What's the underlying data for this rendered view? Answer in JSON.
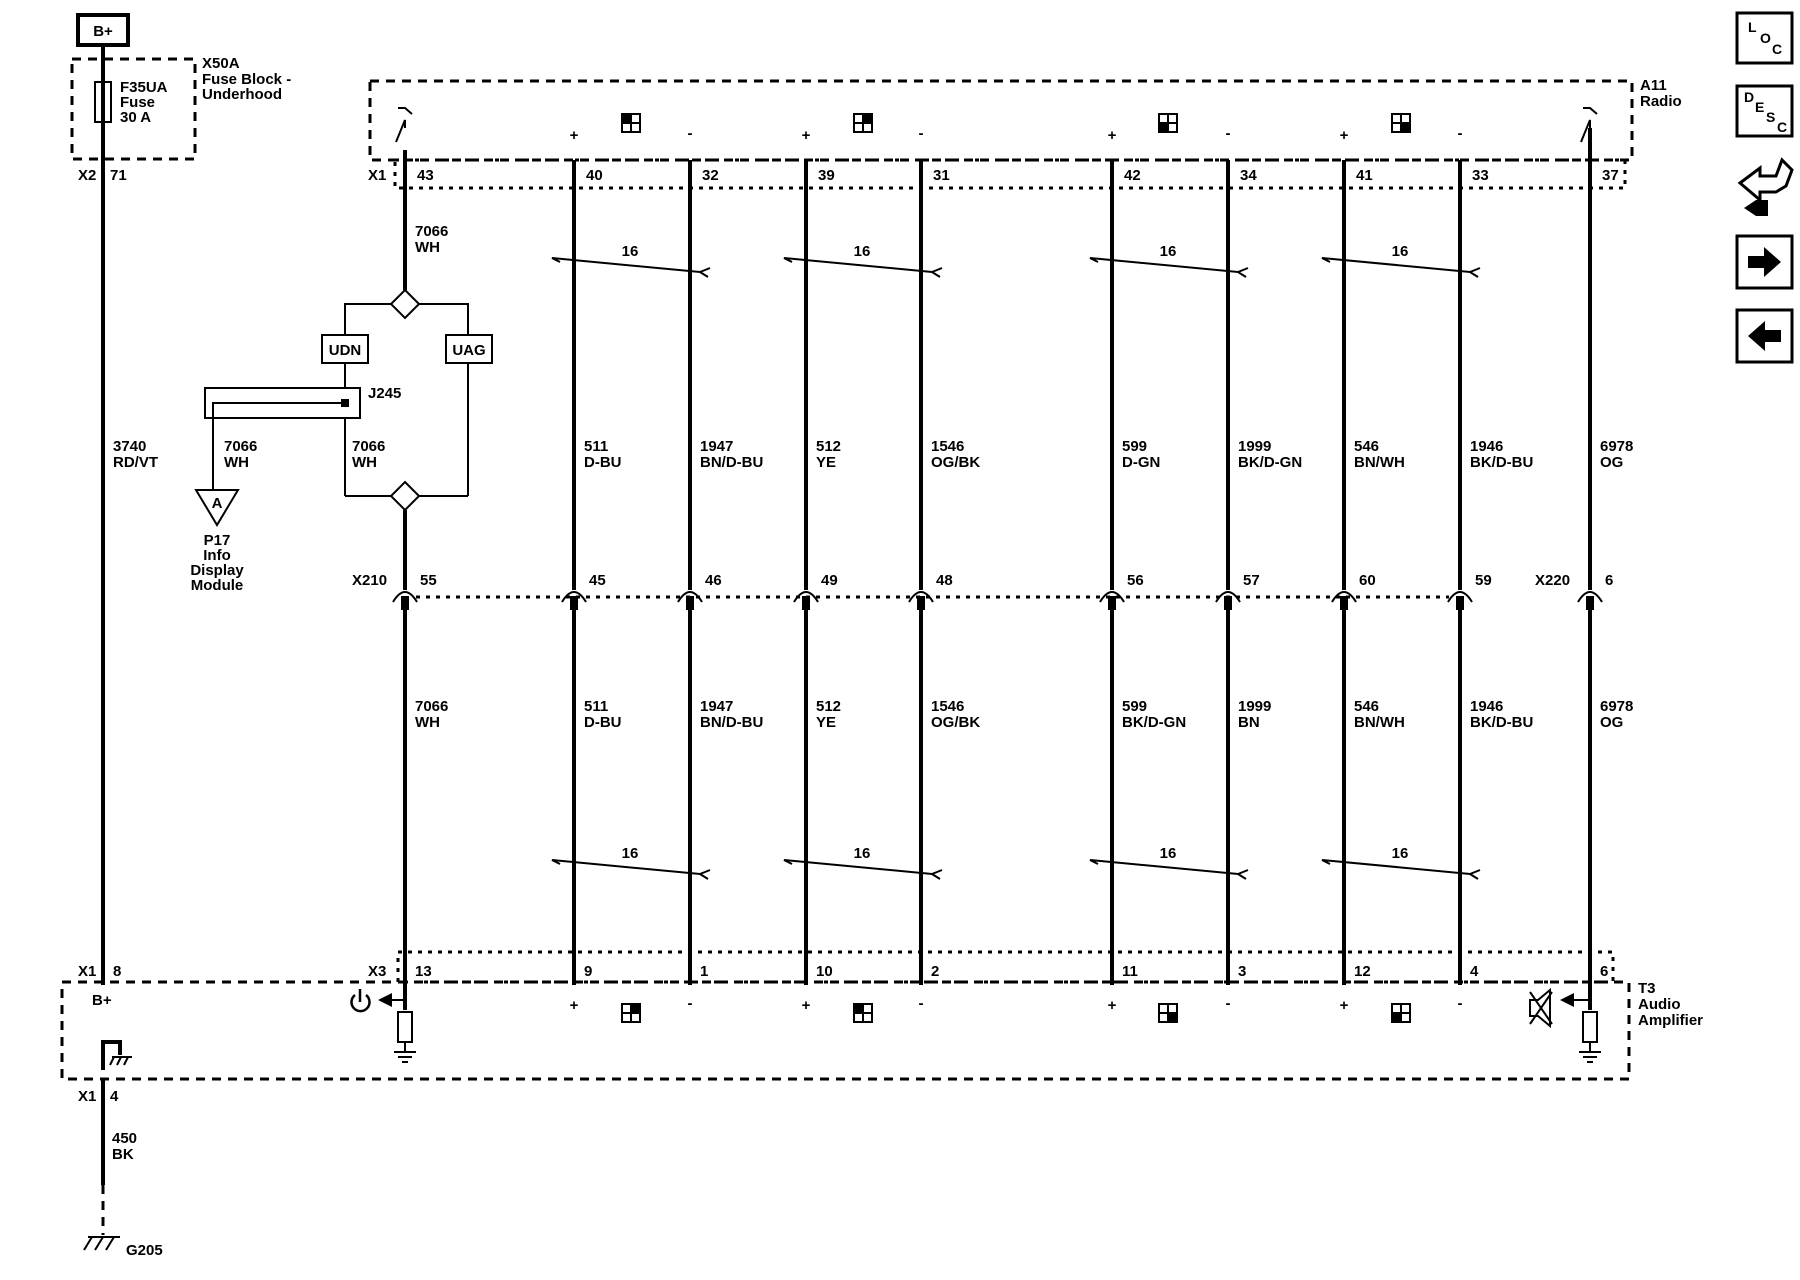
{
  "power": {
    "label": "B+"
  },
  "fuse_block": {
    "ref": "X50A",
    "name_line1": "Fuse Block -",
    "name_line2": "Underhood",
    "fuse_id": "F35UA",
    "fuse_word": "Fuse",
    "fuse_rating": "30 A",
    "connector": "X2",
    "pin": "71"
  },
  "radio": {
    "ref": "A11",
    "name": "Radio",
    "connector": "X1"
  },
  "amplifier": {
    "ref": "T3",
    "name_line1": "Audio",
    "name_line2": "Amplifier",
    "bplus": "B+",
    "connector_power": "X1",
    "connector_signal": "X3",
    "power_pin": "8",
    "ground_pin": "4"
  },
  "ground": {
    "label": "G205",
    "circuit": "450",
    "color": "BK"
  },
  "splice": {
    "udn": "UDN",
    "uag": "UAG",
    "id": "J245",
    "offpage_letter": "A",
    "module_line1": "P17",
    "module_line2": "Info",
    "module_line3": "Display",
    "module_line4": "Module",
    "branch_circuit": "7066",
    "branch_color": "WH"
  },
  "inline": {
    "x210": "X210",
    "x220": "X220"
  },
  "wires": [
    {
      "name": "power-feed",
      "top_pin": "71",
      "up_circuit": "3740",
      "up_color": "RD/VT",
      "bottom_pin": "8"
    },
    {
      "name": "remote-enable",
      "top_pin": "43",
      "up_circuit": "7066",
      "up_color": "WH",
      "mid_circuit": "7066",
      "mid_color": "WH",
      "inline_pin": "55",
      "low_circuit": "7066",
      "low_color": "WH",
      "bottom_pin": "13"
    },
    {
      "name": "lf-plus",
      "top_pin": "40",
      "up_circuit": "511",
      "up_color": "D-BU",
      "inline_pin": "45",
      "low_circuit": "511",
      "low_color": "D-BU",
      "bottom_pin": "9"
    },
    {
      "name": "lf-minus",
      "top_pin": "32",
      "up_circuit": "1947",
      "up_color": "BN/D-BU",
      "inline_pin": "46",
      "low_circuit": "1947",
      "low_color": "BN/D-BU",
      "bottom_pin": "1"
    },
    {
      "name": "rf-plus",
      "top_pin": "39",
      "up_circuit": "512",
      "up_color": "YE",
      "inline_pin": "49",
      "low_circuit": "512",
      "low_color": "YE",
      "bottom_pin": "10"
    },
    {
      "name": "rf-minus",
      "top_pin": "31",
      "up_circuit": "1546",
      "up_color": "OG/BK",
      "inline_pin": "48",
      "low_circuit": "1546",
      "low_color": "OG/BK",
      "bottom_pin": "2"
    },
    {
      "name": "lr-plus",
      "top_pin": "42",
      "up_circuit": "599",
      "up_color": "D-GN",
      "inline_pin": "56",
      "low_circuit": "599",
      "low_color": "BK/D-GN",
      "bottom_pin": "11"
    },
    {
      "name": "lr-minus",
      "top_pin": "34",
      "up_circuit": "1999",
      "up_color": "BK/D-GN",
      "inline_pin": "57",
      "low_circuit": "1999",
      "low_color": "BN",
      "bottom_pin": "3"
    },
    {
      "name": "rr-plus",
      "top_pin": "41",
      "up_circuit": "546",
      "up_color": "BN/WH",
      "inline_pin": "60",
      "low_circuit": "546",
      "low_color": "BN/WH",
      "bottom_pin": "12"
    },
    {
      "name": "rr-minus",
      "top_pin": "33",
      "up_circuit": "1946",
      "up_color": "BK/D-BU",
      "inline_pin": "59",
      "low_circuit": "1946",
      "low_color": "BK/D-BU",
      "bottom_pin": "4"
    },
    {
      "name": "mute",
      "top_pin": "37",
      "up_circuit": "6978",
      "up_color": "OG",
      "inline_pin": "6",
      "low_circuit": "6978",
      "low_color": "OG",
      "bottom_pin": "6"
    }
  ],
  "twisted_pairs": [
    "16",
    "16",
    "16",
    "16",
    "16",
    "16",
    "16",
    "16"
  ],
  "signs": {
    "plus": "+",
    "minus": "-"
  },
  "nav": {
    "loc": {
      "l1": "L",
      "l2": "O",
      "l3": "C"
    },
    "desc": {
      "l1": "D",
      "l2": "E",
      "l3": "S",
      "l4": "C"
    }
  }
}
